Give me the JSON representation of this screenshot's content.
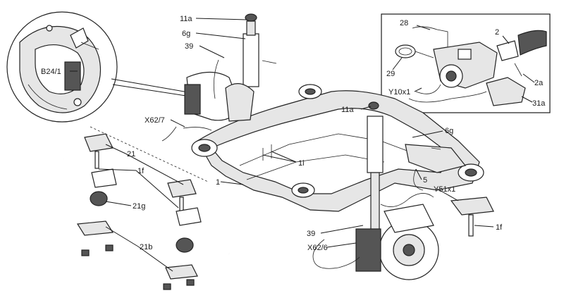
{
  "labels": {
    "l_11a_top": "11a",
    "l_6g_top": "6g",
    "l_39_top": "39",
    "l_b24": "B24/1",
    "l_x627": "X62/7",
    "l_21": "21",
    "l_1f_left": "1f",
    "l_1": "1",
    "l_1i": "1i",
    "l_21g": "21g",
    "l_21b": "21b",
    "l_28": "28",
    "l_2": "2",
    "l_29": "29",
    "l_2a": "2a",
    "l_y10": "Y10x1",
    "l_31a": "31a",
    "l_11a_mid": "11a",
    "l_6g_mid": "6g",
    "l_5": "5",
    "l_y51": "Y51x1",
    "l_1f_right": "1f",
    "l_39_bottom": "39",
    "l_x626": "X62/6"
  }
}
